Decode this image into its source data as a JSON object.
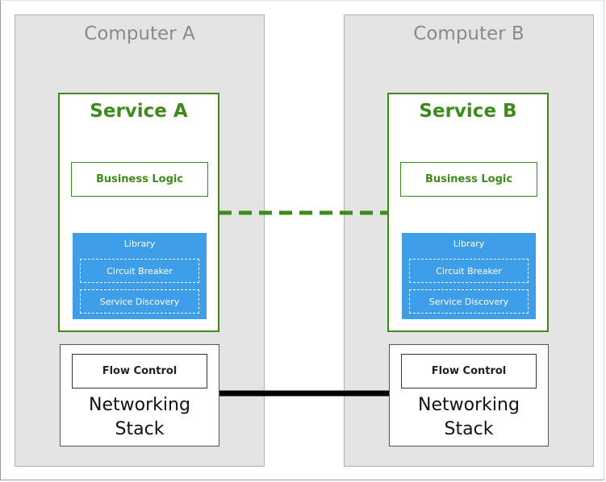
{
  "computers": [
    {
      "title": "Computer A",
      "service": {
        "title": "Service A",
        "business_logic": "Business Logic",
        "library": {
          "title": "Library",
          "items": [
            "Circuit Breaker",
            "Service Discovery"
          ]
        }
      },
      "network": {
        "flow_control": "Flow Control",
        "label": "Networking\nStack"
      }
    },
    {
      "title": "Computer B",
      "service": {
        "title": "Service B",
        "business_logic": "Business Logic",
        "library": {
          "title": "Library",
          "items": [
            "Circuit Breaker",
            "Service Discovery"
          ]
        }
      },
      "network": {
        "flow_control": "Flow Control",
        "label": "Networking\nStack"
      }
    }
  ],
  "colors": {
    "service_green": "#3f8a1c",
    "library_blue": "#3e9ee8",
    "computer_gray": "#e4e4e4",
    "network_link": "#000000"
  }
}
